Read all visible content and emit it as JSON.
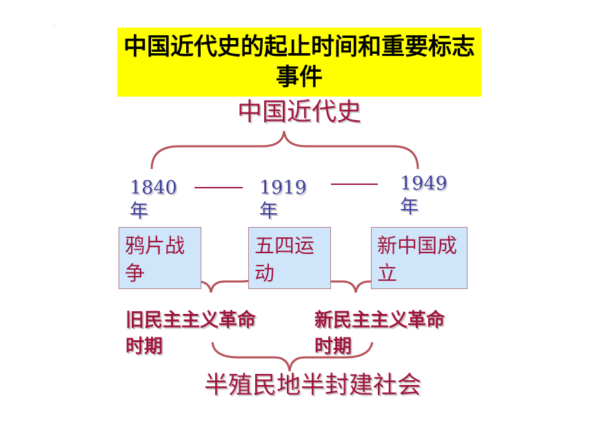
{
  "title": "中国近代史的起止时间和重要标志事件",
  "main_label": "中国近代史",
  "years": [
    {
      "year": "1840",
      "unit": "年"
    },
    {
      "year": "1919",
      "unit": "年"
    },
    {
      "year": "1949",
      "unit": "年"
    }
  ],
  "events": [
    "鸦片战争",
    "五四运动",
    "新中国成立"
  ],
  "periods": [
    "旧民主主义革命时期",
    "新民主主义革命时期"
  ],
  "society": "半殖民地半封建社会",
  "colors": {
    "title_bg": "#ffff00",
    "accent": "#a0153e",
    "year": "#3d3d9e",
    "box": "#cfe6fa",
    "brace": "#b5525a"
  }
}
